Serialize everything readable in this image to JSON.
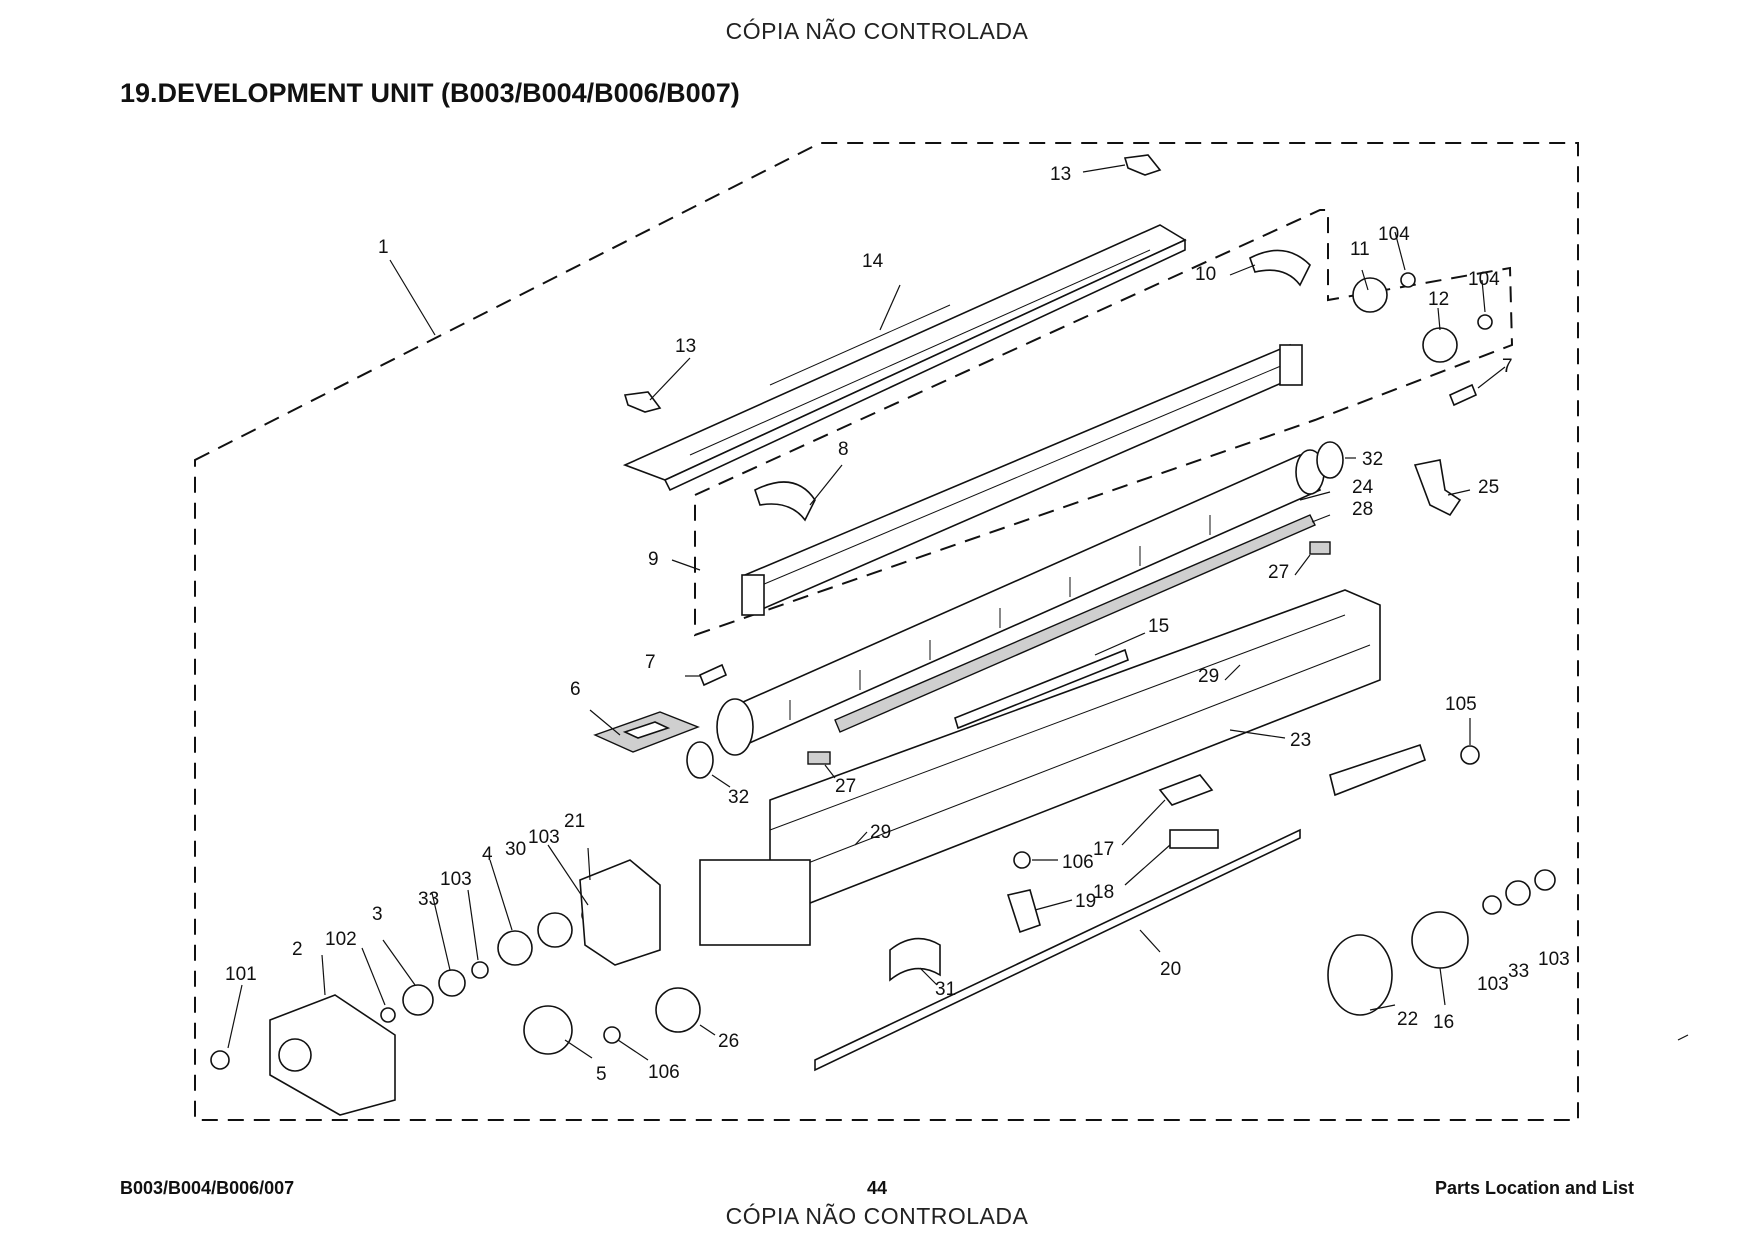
{
  "watermark": "CÓPIA NÃO CONTROLADA",
  "title": "19.DEVELOPMENT UNIT (B003/B004/B006/B007)",
  "footer": {
    "left": "B003/B004/B006/007",
    "page": "44",
    "right": "Parts Location and List"
  },
  "callouts": [
    {
      "id": "c1",
      "text": "1"
    },
    {
      "id": "c2",
      "text": "2"
    },
    {
      "id": "c3",
      "text": "3"
    },
    {
      "id": "c4",
      "text": "4"
    },
    {
      "id": "c5",
      "text": "5"
    },
    {
      "id": "c6",
      "text": "6"
    },
    {
      "id": "c7a",
      "text": "7"
    },
    {
      "id": "c7b",
      "text": "7"
    },
    {
      "id": "c8",
      "text": "8"
    },
    {
      "id": "c9",
      "text": "9"
    },
    {
      "id": "c10",
      "text": "10"
    },
    {
      "id": "c11",
      "text": "11"
    },
    {
      "id": "c12",
      "text": "12"
    },
    {
      "id": "c13a",
      "text": "13"
    },
    {
      "id": "c13b",
      "text": "13"
    },
    {
      "id": "c14",
      "text": "14"
    },
    {
      "id": "c15",
      "text": "15"
    },
    {
      "id": "c16",
      "text": "16"
    },
    {
      "id": "c17",
      "text": "17"
    },
    {
      "id": "c18",
      "text": "18"
    },
    {
      "id": "c19",
      "text": "19"
    },
    {
      "id": "c20",
      "text": "20"
    },
    {
      "id": "c21",
      "text": "21"
    },
    {
      "id": "c22",
      "text": "22"
    },
    {
      "id": "c23",
      "text": "23"
    },
    {
      "id": "c24",
      "text": "24"
    },
    {
      "id": "c25",
      "text": "25"
    },
    {
      "id": "c26",
      "text": "26"
    },
    {
      "id": "c27a",
      "text": "27"
    },
    {
      "id": "c27b",
      "text": "27"
    },
    {
      "id": "c28",
      "text": "28"
    },
    {
      "id": "c29a",
      "text": "29"
    },
    {
      "id": "c29b",
      "text": "29"
    },
    {
      "id": "c30",
      "text": "30"
    },
    {
      "id": "c31",
      "text": "31"
    },
    {
      "id": "c32a",
      "text": "32"
    },
    {
      "id": "c32b",
      "text": "32"
    },
    {
      "id": "c33a",
      "text": "33"
    },
    {
      "id": "c33b",
      "text": "33"
    },
    {
      "id": "c101",
      "text": "101"
    },
    {
      "id": "c102",
      "text": "102"
    },
    {
      "id": "c103a",
      "text": "103"
    },
    {
      "id": "c103b",
      "text": "103"
    },
    {
      "id": "c103c",
      "text": "103"
    },
    {
      "id": "c103d",
      "text": "103"
    },
    {
      "id": "c104a",
      "text": "104"
    },
    {
      "id": "c104b",
      "text": "104"
    },
    {
      "id": "c105",
      "text": "105"
    },
    {
      "id": "c106a",
      "text": "106"
    },
    {
      "id": "c106b",
      "text": "106"
    }
  ]
}
